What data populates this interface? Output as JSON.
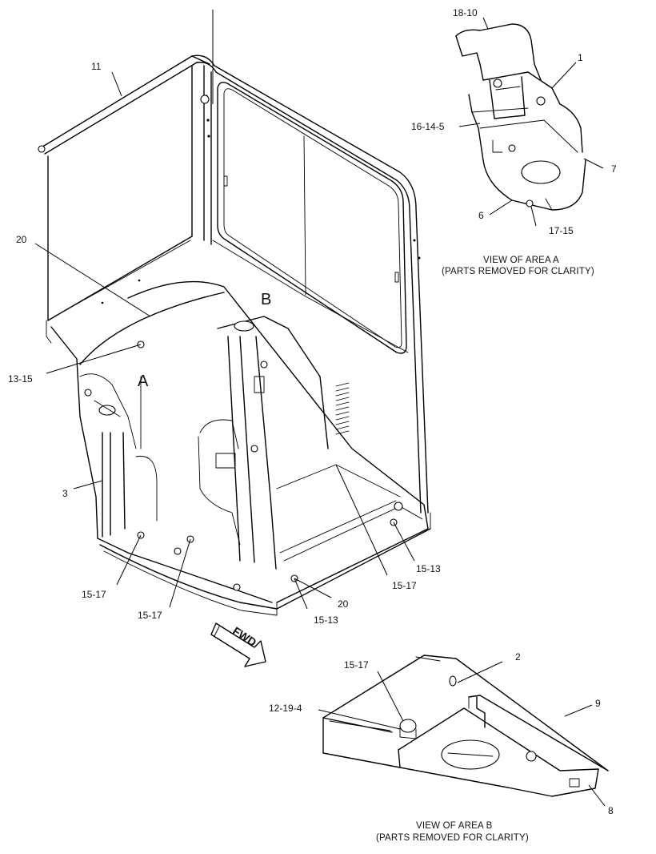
{
  "callouts": {
    "c11": "11",
    "c20_top": "20",
    "c13_15": "13-15",
    "c3": "3",
    "c15_17_a": "15-17",
    "c15_17_b": "15-17",
    "c15_13_a": "15-13",
    "c20_bottom": "20",
    "c15_17_c": "15-17",
    "c15_13_b": "15-13",
    "area_a": "A",
    "area_b": "B",
    "fwd": "FWD"
  },
  "view_a": {
    "c18_10": "18-10",
    "c1": "1",
    "c16_14_5": "16-14-5",
    "c7": "7",
    "c6": "6",
    "c17_15": "17-15",
    "caption_line1": "VIEW OF AREA  A",
    "caption_line2": "(PARTS REMOVED FOR CLARITY)"
  },
  "view_b": {
    "c15_17": "15-17",
    "c2": "2",
    "c12_19_4": "12-19-4",
    "c9": "9",
    "c8": "8",
    "caption_line1": "VIEW OF AREA  B",
    "caption_line2": "(PARTS REMOVED FOR CLARITY)"
  }
}
